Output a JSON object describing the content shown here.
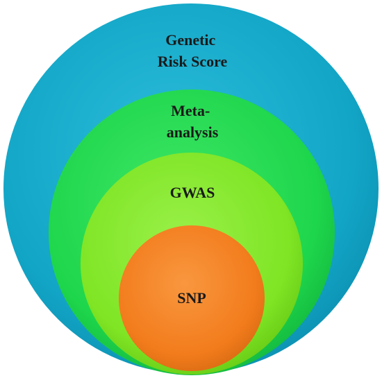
{
  "diagram": {
    "layers": [
      {
        "id": "grs",
        "label_lines": [
          "Genetic",
          "Risk Score"
        ],
        "color": "#14a9c9",
        "highlight": "#3fc6e0"
      },
      {
        "id": "meta",
        "label_lines": [
          "Meta-",
          "analysis"
        ],
        "color": "#1fd84e",
        "highlight": "#5ef07a"
      },
      {
        "id": "gwas",
        "label_lines": [
          "GWAS"
        ],
        "color": "#7ee823",
        "highlight": "#a8f560"
      },
      {
        "id": "snp",
        "label_lines": [
          "SNP"
        ],
        "color": "#f47f1f",
        "highlight": "#fba35a"
      }
    ]
  }
}
